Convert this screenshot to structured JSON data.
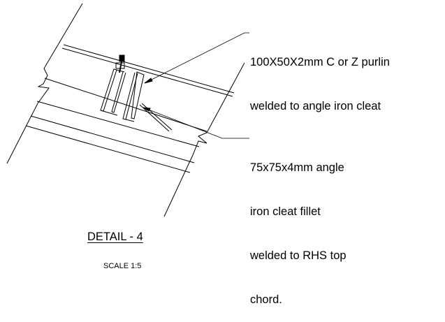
{
  "notes": {
    "purlin": [
      "100X50X2mm C or Z purlin",
      "welded to angle iron cleat"
    ],
    "cleat": [
      "75x75x4mm angle",
      "iron cleat fillet",
      "welded to RHS top",
      "chord."
    ]
  },
  "title": "DETAIL - 4",
  "scale": "SCALE 1:5"
}
